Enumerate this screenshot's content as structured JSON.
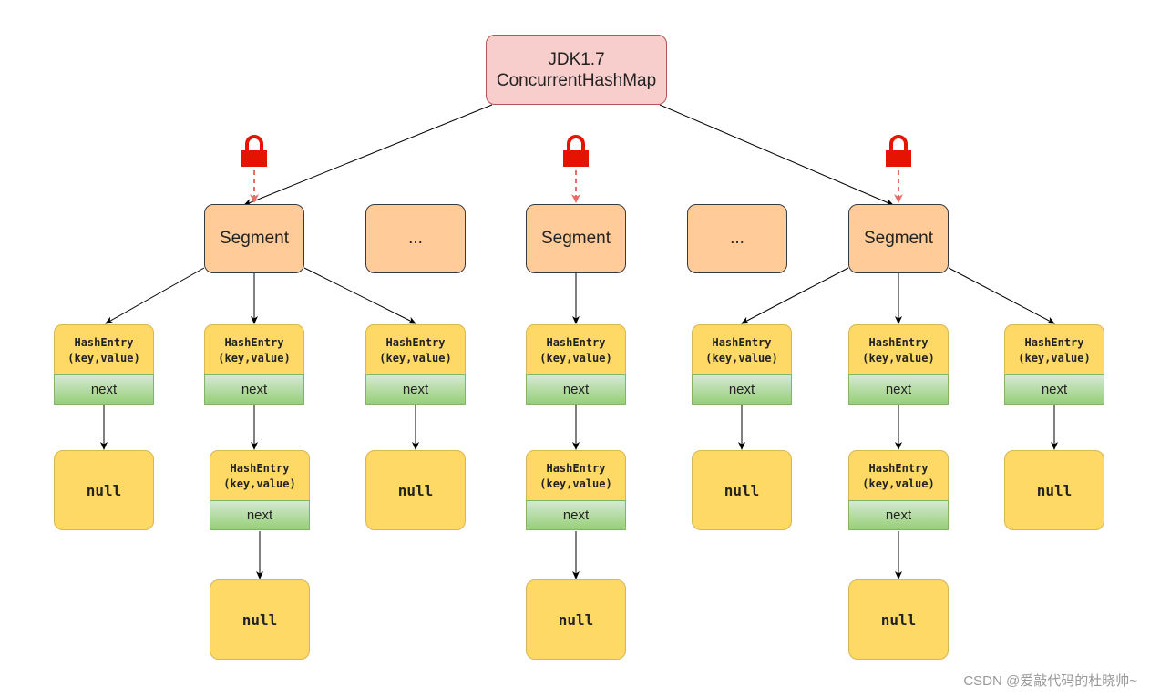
{
  "root": {
    "line1": "JDK1.7",
    "line2": "ConcurrentHashMap"
  },
  "segment_label": "Segment",
  "ellipsis_label": "...",
  "entry": {
    "title": "HashEntry",
    "kv": "(key,value)",
    "next": "next"
  },
  "null_label": "null",
  "colors": {
    "lock": "#e51400",
    "lock_arrow": "#ea6b66",
    "root_fill": "#f8cecc",
    "segment_fill": "#ffcc99",
    "entry_fill": "#ffd966",
    "next_fill": "#97d077"
  },
  "watermark": "CSDN @爱敲代码的杜晓帅~"
}
